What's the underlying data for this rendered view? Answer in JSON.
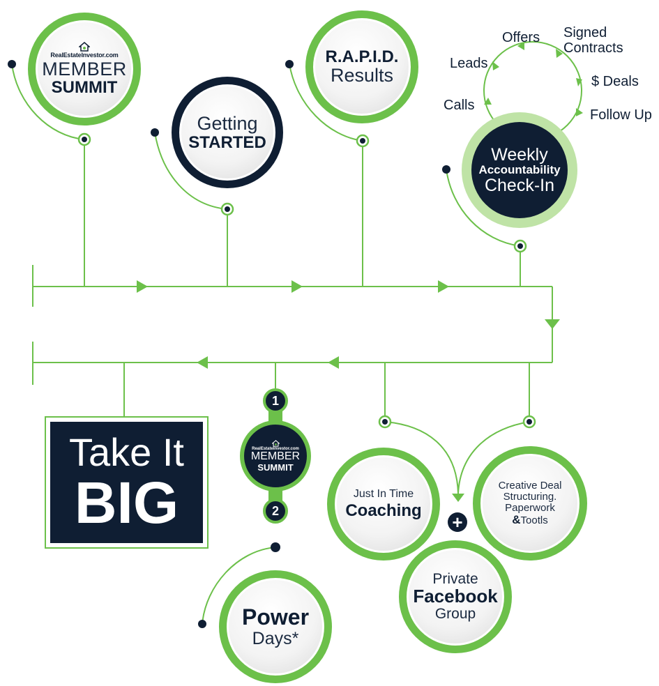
{
  "member_summit_top": {
    "logo": "RealEstateInvestor.com",
    "line1": "MEMBER",
    "line2": "SUMMIT"
  },
  "getting_started": {
    "line1": "Getting",
    "line2": "STARTED"
  },
  "rapid": {
    "line1": "R.A.P.I.D.",
    "line2": "Results"
  },
  "weekly": {
    "line1": "Weekly",
    "line2": "Accountability",
    "line3": "Check-In"
  },
  "cycle": {
    "offers": "Offers",
    "signed_line1": "Signed",
    "signed_line2": "Contracts",
    "leads": "Leads",
    "deals": "$ Deals",
    "calls": "Calls",
    "follow_up": "Follow Up"
  },
  "take_it_big": {
    "line1": "Take It",
    "line2": "BIG"
  },
  "member_summit_small": {
    "logo": "RealEstateInvestor.com",
    "line1": "MEMBER",
    "line2": "SUMMIT",
    "badge1": "1",
    "badge2": "2"
  },
  "power_days": {
    "line1": "Power",
    "line2": "Days*"
  },
  "coaching": {
    "line1": "Just In Time",
    "line2": "Coaching"
  },
  "creative": {
    "line1": "Creative Deal",
    "line2": "Structuring.",
    "line3": "Paperwork",
    "amp": "&",
    "line4": "Tootls"
  },
  "facebook": {
    "line1": "Private",
    "line2": "Facebook",
    "line3": "Group"
  },
  "colors": {
    "green": "#6cc04a",
    "navy": "#0f1e33",
    "light_green": "#bfe3a6"
  }
}
